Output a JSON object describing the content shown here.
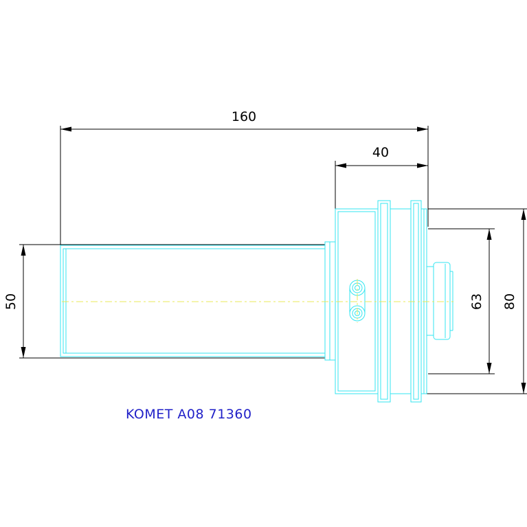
{
  "dimensions": {
    "overall_length": "160",
    "flange_length": "40",
    "shank_diameter": "50",
    "inner_diameter": "63",
    "outer_diameter": "80"
  },
  "caption": "KOMET A08 71360",
  "colors": {
    "dimension": "#000000",
    "part_outline": "#33e6f0",
    "centerline": "#e8e85a",
    "caption": "#2020c8"
  }
}
